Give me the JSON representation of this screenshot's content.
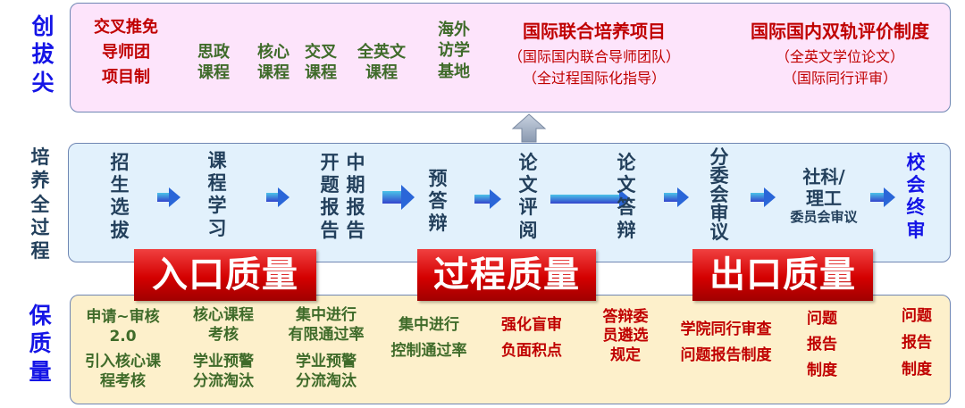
{
  "rows": {
    "top": {
      "label": "创拔尖",
      "exchange": [
        "交叉推免",
        "导师团",
        "项目制"
      ],
      "courses": [
        "思政课程",
        "核心课程",
        "交叉课程",
        "全英文课程"
      ],
      "overseas": "海外访学基地",
      "intl_joint": {
        "title": "国际联合培养项目",
        "sub1": "（国际国内联合导师团队）",
        "sub2": "（全过程国际化指导）"
      },
      "dual_track": {
        "title": "国际国内双轨评价制度",
        "sub1": "（全英文学位论文）",
        "sub2": "（国际同行评审）"
      }
    },
    "middle": {
      "label": "培养全过程",
      "steps": [
        "招生选拔",
        "课程学习",
        "开题报告",
        "中期报告",
        "预答辩",
        "论文评阅",
        "论文答辩",
        "分委会审议"
      ],
      "committee": {
        "line1": "社科/",
        "line2": "理工",
        "line3": "委员会审议"
      },
      "final": "校会终审"
    },
    "bottom": {
      "label": "保质量",
      "items": [
        {
          "l1": "申请~审核",
          "l2": "2.0",
          "l3": "引入核心课",
          "l4": "程考核"
        },
        {
          "l1": "核心课程",
          "l2": "考核",
          "l3": "学业预警",
          "l4": "分流淘汰"
        },
        {
          "l1": "集中进行",
          "l2": "有限通过率",
          "l3": "学业预警",
          "l4": "分流淘汰"
        },
        {
          "l1": "集中进行",
          "l2": "控制通过率"
        },
        {
          "l1": "强化盲审",
          "l2": "负面积点"
        },
        {
          "l1": "答辩委",
          "l2": "员遴选",
          "l3": "规定"
        },
        {
          "l1": "学院同行审查",
          "l2": "问题报告制度"
        },
        {
          "l1": "问题",
          "l2": "报告",
          "l3": "制度"
        },
        {
          "l1": "问题",
          "l2": "报告",
          "l3": "制度"
        }
      ]
    }
  },
  "banners": [
    "入口质量",
    "过程质量",
    "出口质量"
  ]
}
